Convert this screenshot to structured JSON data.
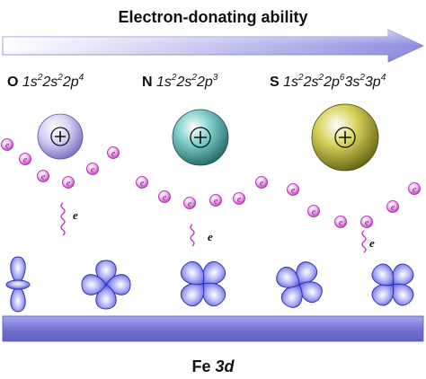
{
  "title": "Electron-donating ability",
  "colors": {
    "arrow": "#9a9ae6",
    "electron": "#cc33cc",
    "orbital": "#4a4ae0",
    "bar": "#7b7bd6",
    "oxygen_nucleus": "#b9b2e6",
    "nitrogen_nucleus": "#2e9a98",
    "sulfur_nucleus": "#9d9a1f"
  },
  "atoms": [
    {
      "symbol": "O",
      "config": [
        {
          "t": "1s"
        },
        {
          "s": "2"
        },
        {
          "t": "2s"
        },
        {
          "s": "2"
        },
        {
          "t": "2p"
        },
        {
          "s": "4"
        }
      ]
    },
    {
      "symbol": "N",
      "config": [
        {
          "t": "1s"
        },
        {
          "s": "2"
        },
        {
          "t": "2s"
        },
        {
          "s": "2"
        },
        {
          "t": "2p"
        },
        {
          "s": "3"
        }
      ]
    },
    {
      "symbol": "S",
      "config": [
        {
          "t": "1s"
        },
        {
          "s": "2"
        },
        {
          "t": "2s"
        },
        {
          "s": "2"
        },
        {
          "t": "2p"
        },
        {
          "s": "6"
        },
        {
          "t": "3s"
        },
        {
          "s": "2"
        },
        {
          "t": "3p"
        },
        {
          "s": "4"
        }
      ]
    }
  ],
  "nucleus_symbol": "+",
  "electron_symbol": "e",
  "donated_electron_label": "e",
  "substrate_label_prefix": "Fe ",
  "substrate_label_orbital": "3d",
  "icons": [
    "arrow-right-icon",
    "electron-icon",
    "nucleus-icon",
    "wavy-arrow-icon",
    "d-orbital-icon"
  ]
}
